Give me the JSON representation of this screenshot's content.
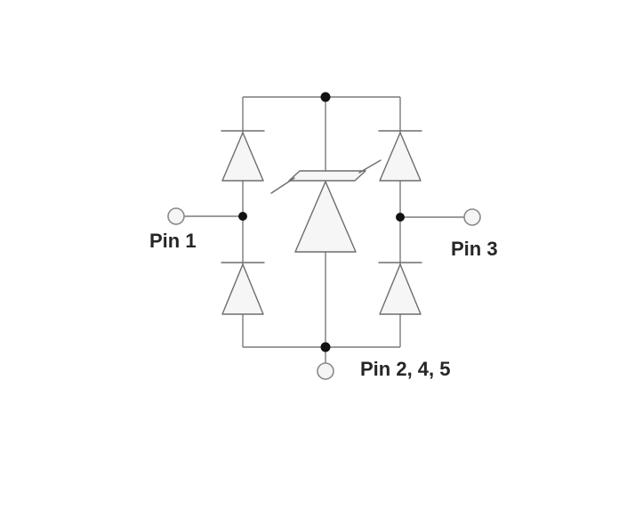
{
  "diagram": {
    "type": "circuit-schematic",
    "terminals": [
      {
        "name": "pin-1",
        "label": "Pin 1",
        "side": "left"
      },
      {
        "name": "pin-3",
        "label": "Pin 3",
        "side": "right"
      },
      {
        "name": "pin-2-4-5",
        "label": "Pin 2, 4, 5",
        "side": "bottom"
      }
    ],
    "components": [
      {
        "name": "steering-diode-upper-left",
        "symbol": "diode-up"
      },
      {
        "name": "steering-diode-lower-left",
        "symbol": "diode-up"
      },
      {
        "name": "steering-diode-upper-right",
        "symbol": "diode-up"
      },
      {
        "name": "steering-diode-lower-right",
        "symbol": "diode-up"
      },
      {
        "name": "center-tvs-diode",
        "symbol": "zener-diode-up"
      }
    ],
    "colors": {
      "wire": "#7a7a7a",
      "component_outline": "#6d6d6d",
      "component_fill": "#f6f6f6",
      "junction_dot": "#121212",
      "terminal_stroke": "#8a8a8a",
      "terminal_fill": "#f5f5f5",
      "text": "#262626",
      "background": "#ffffff"
    }
  }
}
